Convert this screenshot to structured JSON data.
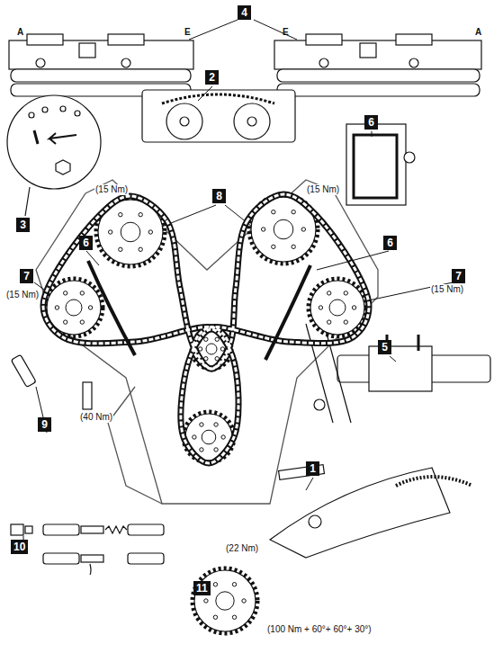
{
  "diagram": {
    "nodes": [
      {
        "text": [
          "4"
        ]
      },
      {
        "text": [
          "2"
        ]
      },
      {
        "text": [
          "6"
        ]
      },
      {
        "text": [
          "3"
        ]
      },
      {
        "text": [
          "8"
        ]
      },
      {
        "text": [
          "6"
        ]
      },
      {
        "text": [
          "6"
        ]
      },
      {
        "text": [
          "7"
        ]
      },
      {
        "text": [
          "7"
        ]
      },
      {
        "text": [
          "5"
        ]
      },
      {
        "text": [
          "9"
        ]
      },
      {
        "text": [
          "1"
        ]
      },
      {
        "text": [
          "10"
        ]
      },
      {
        "text": [
          "11"
        ]
      }
    ],
    "labels": [
      "A",
      "E",
      "E",
      "A",
      "(15 Nm)",
      "(15 Nm)",
      "(15 Nm)",
      "(15 Nm)",
      "(40 Nm)",
      "(22 Nm)",
      "(100 Nm + 60°+ 60°+ 30°)"
    ]
  }
}
